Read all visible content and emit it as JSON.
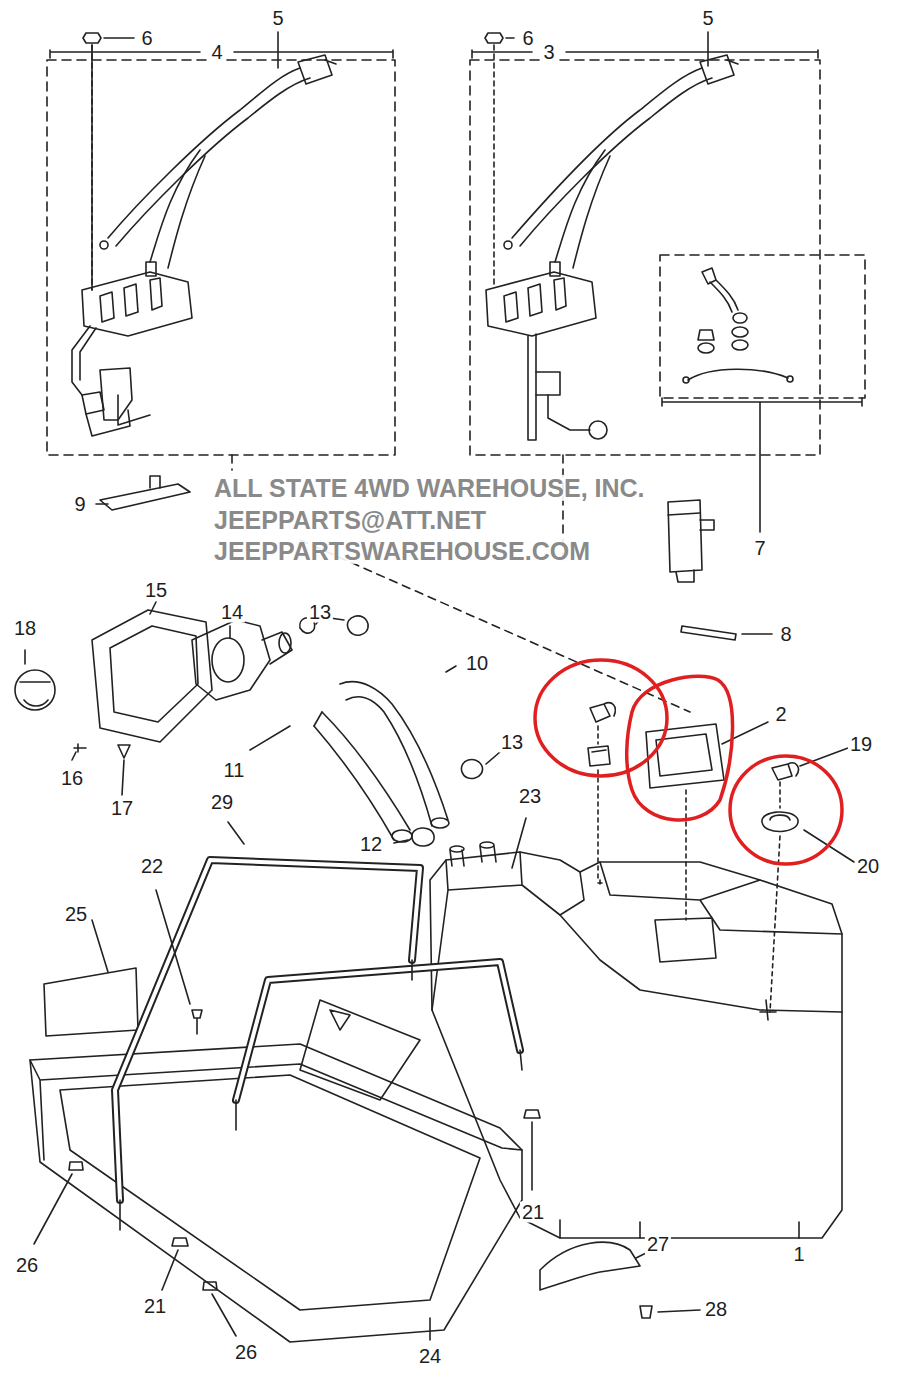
{
  "diagram": {
    "labels": [
      "6",
      "5",
      "4",
      "6",
      "5",
      "3",
      "9",
      "ALL STATE 4WD WAREHOUSE, INC.",
      "JEEPPARTS@ATT.NET",
      "JEEPPARTSWAREHOUSE.COM",
      "7",
      "18",
      "15",
      "14",
      "13",
      "10",
      "8",
      "2",
      "19",
      "11",
      "16",
      "17",
      "13",
      "23",
      "12",
      "20",
      "29",
      "22",
      "25",
      "26",
      "21",
      "21",
      "26",
      "24",
      "1",
      "27",
      "28"
    ]
  }
}
